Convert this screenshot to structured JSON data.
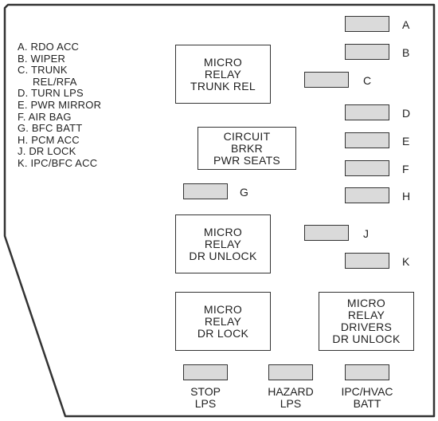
{
  "legend": [
    "A. RDO ACC",
    "B. WIPER",
    "C. TRUNK",
    "     REL/RFA",
    "D. TURN LPS",
    "E. PWR MIRROR",
    "F. AIR BAG",
    "G. BFC BATT",
    "H. PCM ACC",
    "J. DR LOCK",
    "K. IPC/BFC ACC"
  ],
  "relays": {
    "trunk_rel": [
      "MICRO",
      "RELAY",
      "TRUNK REL"
    ],
    "circuit_brkr": [
      "CIRCUIT",
      "BRKR",
      "PWR SEATS"
    ],
    "dr_unlock": [
      "MICRO",
      "RELAY",
      "DR UNLOCK"
    ],
    "dr_lock": [
      "MICRO",
      "RELAY",
      "DR LOCK"
    ],
    "drivers_dr_unlock": [
      "MICRO",
      "RELAY",
      "DRIVERS",
      "DR UNLOCK"
    ]
  },
  "fuse_labels": {
    "A": "A",
    "B": "B",
    "C": "C",
    "D": "D",
    "E": "E",
    "F": "F",
    "G": "G",
    "H": "H",
    "J": "J",
    "K": "K"
  },
  "bottom_labels": {
    "stop": [
      "STOP",
      "LPS"
    ],
    "hazard": [
      "HAZARD",
      "LPS"
    ],
    "ipc_hvac": [
      "IPC/HVAC",
      "BATT"
    ]
  }
}
